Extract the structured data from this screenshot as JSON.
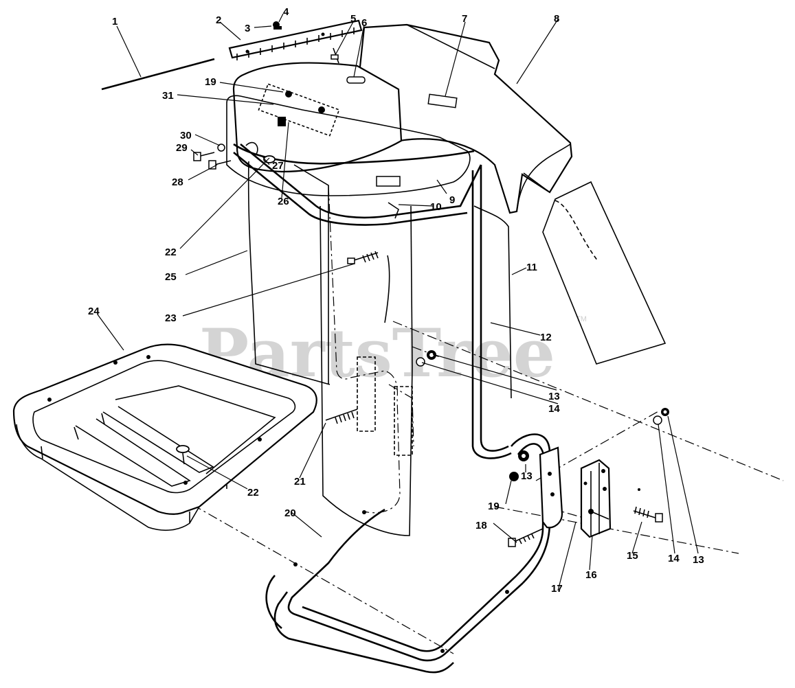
{
  "watermark": {
    "text": "PartsTree",
    "trademark": "TM"
  },
  "labels": {
    "p1": "1",
    "p2": "2",
    "p3": "3",
    "p4": "4",
    "p5": "5",
    "p6": "6",
    "p7": "7",
    "p8": "8",
    "p9": "9",
    "p10": "10",
    "p11": "11",
    "p12": "12",
    "p13a": "13",
    "p13b": "13",
    "p13c": "13",
    "p14a": "14",
    "p14b": "14",
    "p15": "15",
    "p16": "16",
    "p17": "17",
    "p18": "18",
    "p19a": "19",
    "p19b": "19",
    "p20": "20",
    "p21": "21",
    "p22a": "22",
    "p22b": "22",
    "p23": "23",
    "p24": "24",
    "p25": "25",
    "p26": "26",
    "p27": "27",
    "p28": "28",
    "p29": "29",
    "p30": "30",
    "p31": "31"
  }
}
